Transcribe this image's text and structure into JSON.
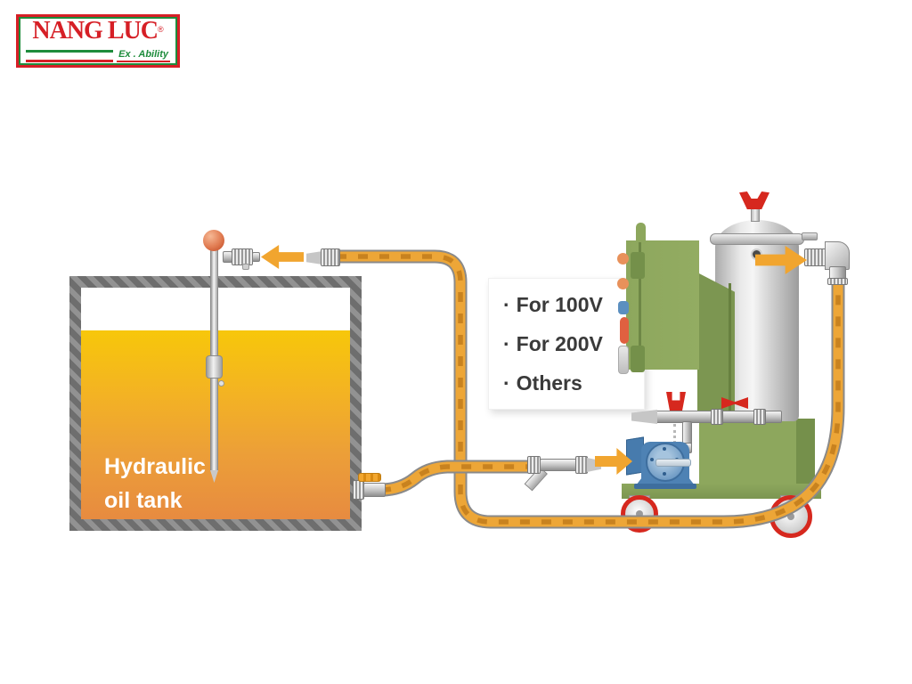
{
  "logo": {
    "brand": "NANG LUC",
    "registered_mark": "®",
    "tagline": "Ex . Ability"
  },
  "tank": {
    "label_line1": "Hydraulic",
    "label_line2": "oil tank"
  },
  "options_panel": {
    "bullet": "·",
    "items": [
      {
        "label": "For 100V"
      },
      {
        "label": "For 200V"
      },
      {
        "label": "Others"
      }
    ]
  },
  "colors": {
    "hose_orange": "#EDA637",
    "hose_dash": "#C8821F",
    "hose_outline": "#8A8A8A",
    "arrow_orange": "#F1A52F",
    "oil_gradient_top": "#F7C70A",
    "oil_gradient_bottom": "#E78B40",
    "machine_green": "#8DA75D",
    "machine_green_dark": "#7C9651",
    "pump_blue": "#4E82B4",
    "valve_red": "#D6281E",
    "caster_red": "#D6281E",
    "logo_red": "#D61F26",
    "logo_green": "#1E8C3C",
    "tank_border_gray": "#6E6E6E"
  }
}
